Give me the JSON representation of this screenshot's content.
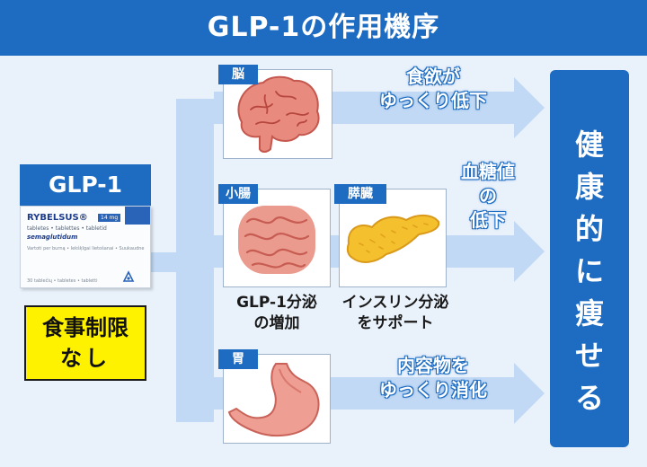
{
  "title": "GLP-1の作用機序",
  "drug": {
    "label": "GLP-1",
    "package": {
      "brand": "RYBELSUS®",
      "dose": "14 mg",
      "forms": "tabletes • tablettes • tabletid",
      "ingredient": "semaglutidum",
      "lines": "Vartoti per burną • Iekšķīgai lietošanai • Suukaudne",
      "count": "30 tablečių • tabletes • tabletti"
    }
  },
  "note": {
    "line1": "食事制限",
    "line2": "なし"
  },
  "organs": {
    "brain": {
      "tag": "脳"
    },
    "intestine": {
      "tag": "小腸",
      "caption_line1": "GLP-1分泌",
      "caption_line2": "の増加"
    },
    "pancreas": {
      "tag": "膵臓",
      "caption_line1": "インスリン分泌",
      "caption_line2": "をサポート"
    },
    "stomach": {
      "tag": "胃"
    }
  },
  "effects": {
    "appetite": {
      "line1": "食欲が",
      "line2": "ゆっくり低下"
    },
    "glucose": {
      "line1": "血糖値",
      "line2": "の",
      "line3": "低下"
    },
    "digestion": {
      "line1": "内容物を",
      "line2": "ゆっくり消化"
    }
  },
  "result": {
    "c1": "健",
    "c2": "康",
    "c3": "的",
    "c4": "に",
    "c5": "痩",
    "c6": "せ",
    "c7": "る"
  },
  "colors": {
    "header": "#1e6cc1",
    "background": "#e9f1fb",
    "arrow": "#c1d9f4",
    "note_fill": "#fff200",
    "result_fill": "#1e6cc1"
  }
}
